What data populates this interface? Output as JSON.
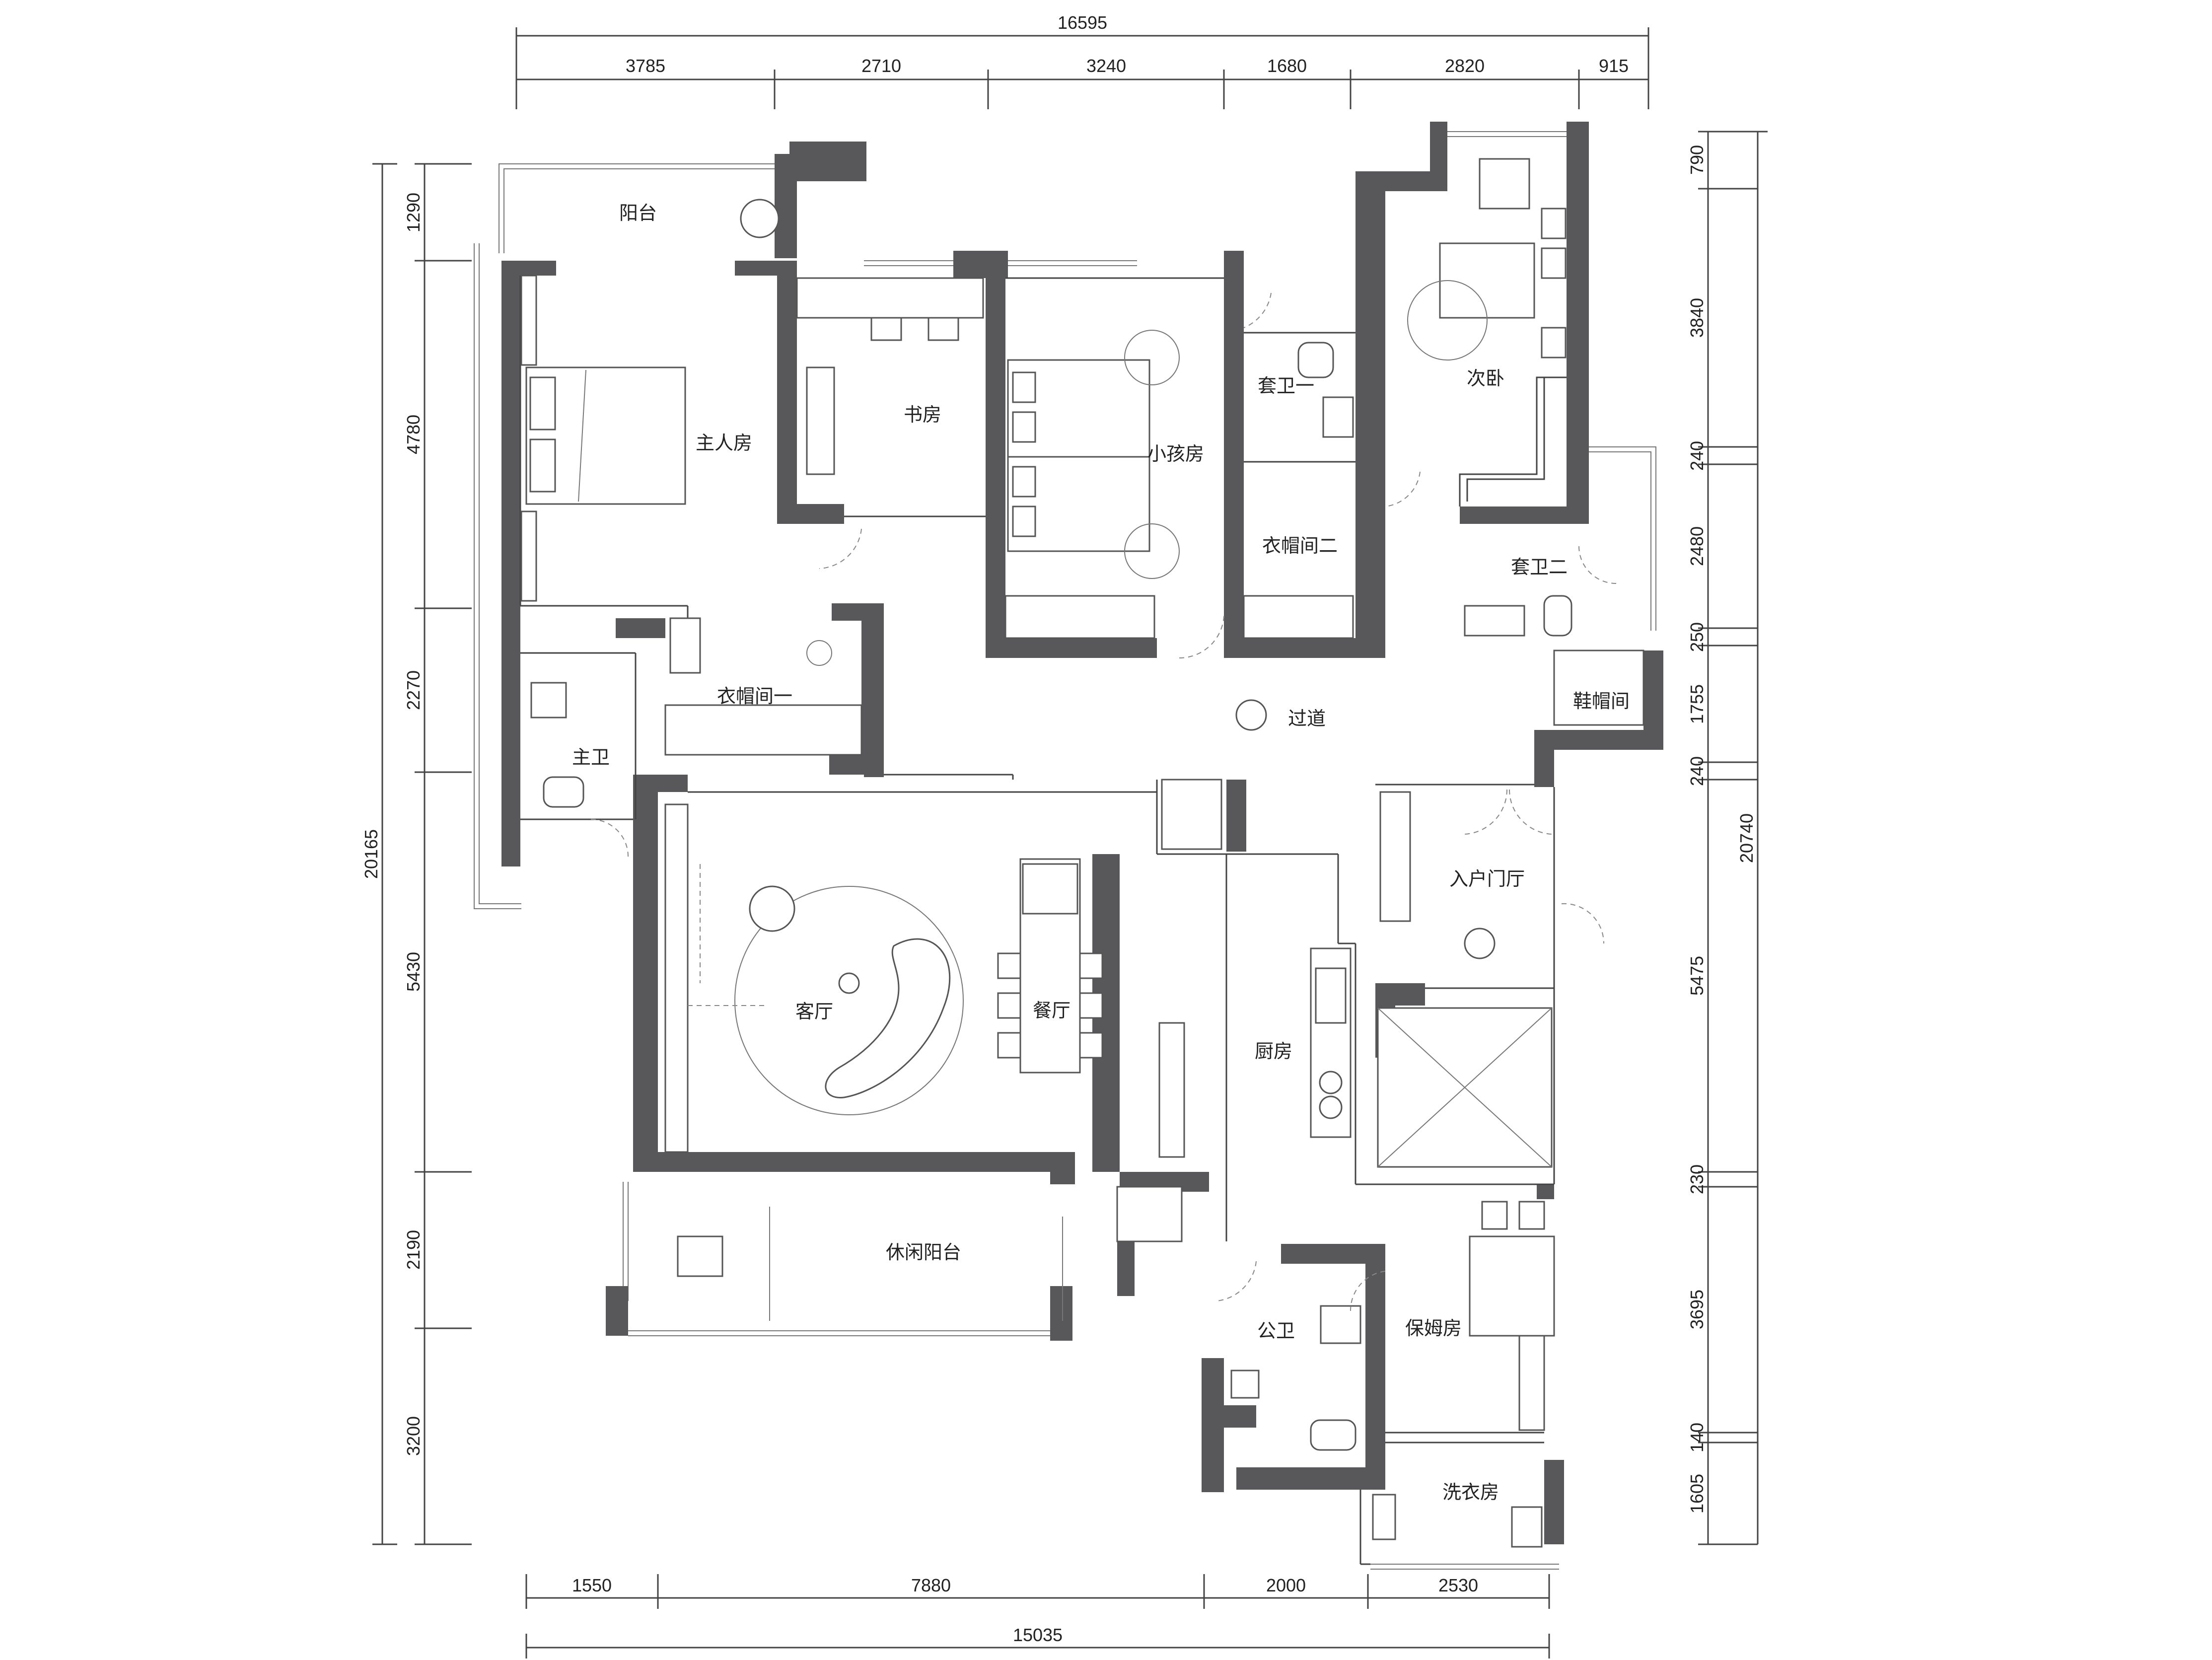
{
  "dimensions": {
    "top_total": "16595",
    "top": [
      "3785",
      "2710",
      "3240",
      "1680",
      "2820",
      "915"
    ],
    "bottom_total": "15035",
    "bottom": [
      "1550",
      "7880",
      "2000",
      "2530"
    ],
    "left_total": "20165",
    "left": [
      "1290",
      "4780",
      "2270",
      "5430",
      "2190",
      "3200"
    ],
    "right_total": "20740",
    "right": [
      "790",
      "3840",
      "240",
      "2480",
      "250",
      "1755",
      "240",
      "5475",
      "230",
      "3695",
      "140",
      "1605"
    ]
  },
  "rooms": {
    "balcony_top": "阳台",
    "master_bedroom": "主人房",
    "study": "书房",
    "kids_room": "小孩房",
    "ensuite_bath_1": "套卫一",
    "cloakroom_2": "衣帽间二",
    "second_bedroom": "次卧",
    "ensuite_bath_2": "套卫二",
    "cloakroom_1": "衣帽间一",
    "master_bath": "主卫",
    "corridor": "过道",
    "shoe_room": "鞋帽间",
    "entrance_hall": "入户门厅",
    "living_room": "客厅",
    "dining_room": "餐厅",
    "kitchen": "厨房",
    "leisure_balcony": "休闲阳台",
    "public_bath": "公卫",
    "maid_room": "保姆房",
    "laundry_room": "洗衣房"
  },
  "colors": {
    "wall": "#58585a",
    "line": "#444444",
    "background": "#ffffff"
  }
}
